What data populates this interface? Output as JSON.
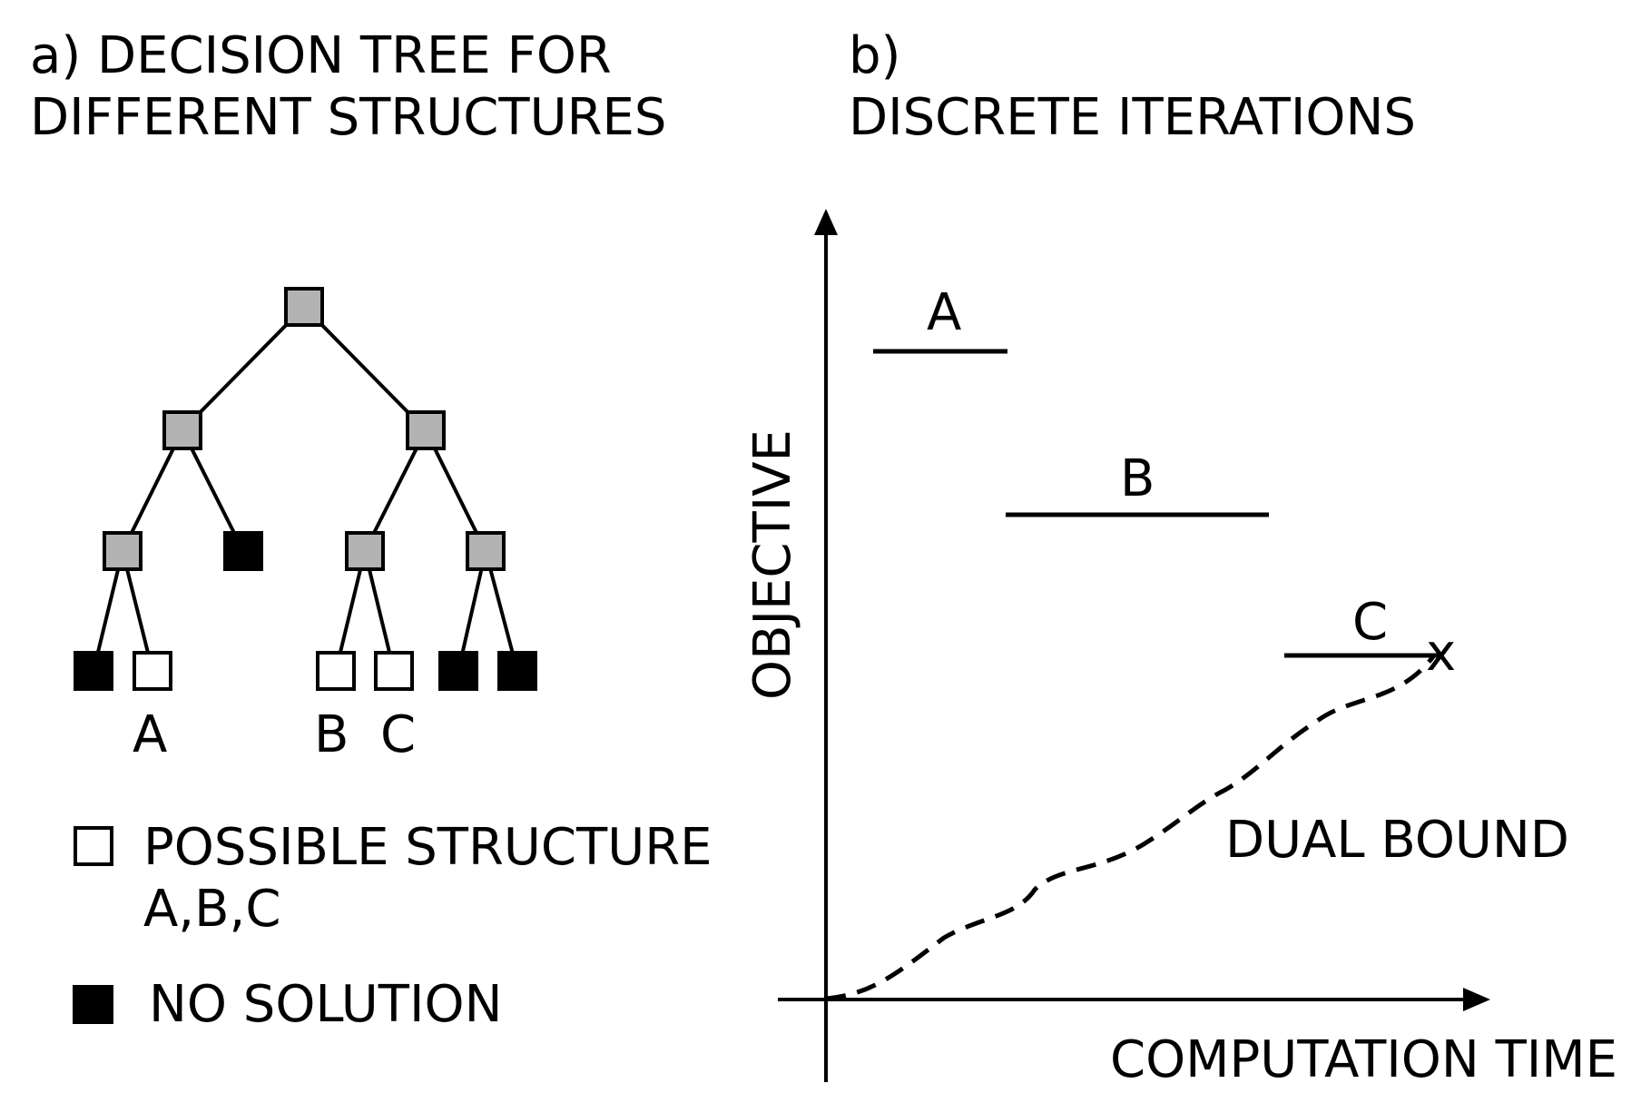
{
  "panel_a": {
    "title_line1": "a) DECISION TREE FOR",
    "title_line2": "DIFFERENT STRUCTURES",
    "leaf_labels": [
      "A",
      "B",
      "C"
    ],
    "legend": [
      {
        "line1": "POSSIBLE STRUCTURE",
        "line2": "A,B,C",
        "fill": "#ffffff"
      },
      {
        "line1": "NO SOLUTION",
        "line2": "",
        "fill": "#000000"
      }
    ],
    "colors": {
      "internal_node": "#b3b3b3",
      "possible": "#ffffff",
      "no_solution": "#000000"
    }
  },
  "panel_b": {
    "title_line1": "b)",
    "title_line2": "DISCRETE ITERATIONS",
    "ylabel": "OBJECTIVE",
    "xlabel": "COMPUTATION TIME",
    "iterate_labels": [
      "A",
      "B",
      "C"
    ],
    "curve_label": "DUAL BOUND",
    "end_marker": "x"
  }
}
